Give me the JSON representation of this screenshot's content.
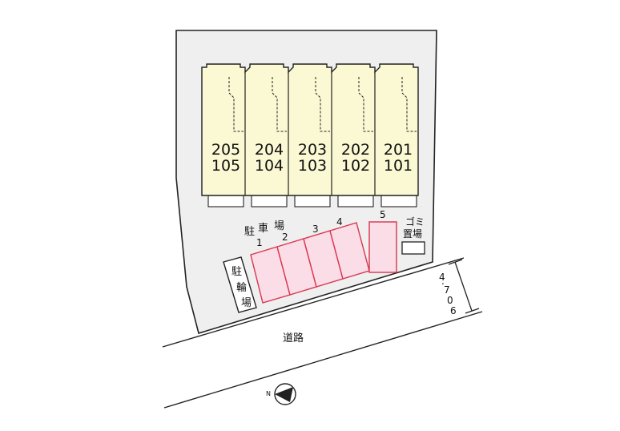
{
  "colors": {
    "lot_fill": "#efefef",
    "building_fill": "#fbf8d4",
    "parking_fill": "#fbdde7",
    "parking_stroke": "#d9344f",
    "line": "#222222"
  },
  "units": [
    {
      "top": "205",
      "bottom": "105"
    },
    {
      "top": "204",
      "bottom": "104"
    },
    {
      "top": "203",
      "bottom": "103"
    },
    {
      "top": "202",
      "bottom": "102"
    },
    {
      "top": "201",
      "bottom": "101"
    }
  ],
  "parking": {
    "label_chars": [
      "駐",
      "車",
      "場"
    ],
    "spaces": [
      "1",
      "2",
      "3",
      "4",
      "5"
    ]
  },
  "bicycle_parking": {
    "label_chars": [
      "駐",
      "輪",
      "場"
    ]
  },
  "garbage": {
    "label_line1": "ゴミ",
    "label_line2": "置場"
  },
  "road": {
    "label": "道路",
    "width_chars": [
      "4",
      ".",
      "7",
      "0",
      "6"
    ]
  },
  "north": {
    "label": "N",
    "icon": "north-arrow-icon"
  }
}
